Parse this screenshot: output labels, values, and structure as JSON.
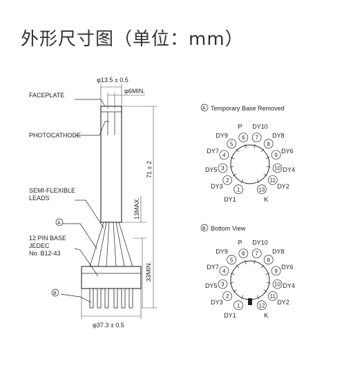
{
  "title": "外形尺寸图（单位：mm）",
  "side_view": {
    "labels": {
      "faceplate": "FACEPLATE",
      "photocathode": "PHOTOCATHODE",
      "semi_flexible_1": "SEMI-FLEXIBLE",
      "semi_flexible_2": "LEADS",
      "base_1": "12 PIN BASE",
      "base_2": "JEDEC",
      "base_3": "No. B12-43",
      "marker_a": "A",
      "marker_b": "B"
    },
    "dimensions": {
      "tube_diameter": "φ13.5 ± 0.5",
      "window_min": "φ6MIN.",
      "length": "71 ± 2",
      "leads_max": "13MAX.",
      "base_min": "33MIN.",
      "base_diameter": "φ37.3 ± 0.5"
    }
  },
  "view_a": {
    "marker": "A",
    "title": "Temporary Base Removed",
    "pins": [
      {
        "num": "1",
        "label": "DY1"
      },
      {
        "num": "2",
        "label": "DY3"
      },
      {
        "num": "3",
        "label": "DY5"
      },
      {
        "num": "4",
        "label": "DY7"
      },
      {
        "num": "5",
        "label": "DY9"
      },
      {
        "num": "6",
        "label": "P"
      },
      {
        "num": "7",
        "label": "DY10"
      },
      {
        "num": "8",
        "label": "DY8"
      },
      {
        "num": "9",
        "label": "DY6"
      },
      {
        "num": "10",
        "label": "DY4"
      },
      {
        "num": "11",
        "label": "DY2"
      },
      {
        "num": "13",
        "label": "K"
      }
    ]
  },
  "view_b": {
    "marker": "B",
    "title": "Bottom View",
    "pins": [
      {
        "num": "1",
        "label": "DY1"
      },
      {
        "num": "2",
        "label": "DY3"
      },
      {
        "num": "3",
        "label": "DY5"
      },
      {
        "num": "4",
        "label": "DY7"
      },
      {
        "num": "5",
        "label": "DY9"
      },
      {
        "num": "6",
        "label": "P"
      },
      {
        "num": "7",
        "label": "DY10"
      },
      {
        "num": "8",
        "label": "DY8"
      },
      {
        "num": "9",
        "label": "DY6"
      },
      {
        "num": "10",
        "label": "DY4"
      },
      {
        "num": "11",
        "label": "DY2"
      },
      {
        "num": "12",
        "label": "K"
      }
    ]
  }
}
